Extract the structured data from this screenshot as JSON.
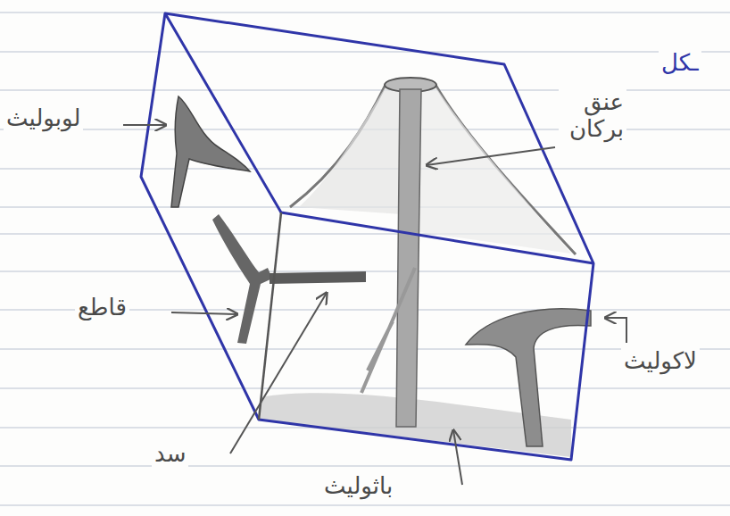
{
  "diagram": {
    "labels": [
      "لوبوليث",
      "عنق بركان",
      "قاطع",
      "سد",
      "لاكوليث",
      "باثوليث",
      "ـكل"
    ]
  }
}
